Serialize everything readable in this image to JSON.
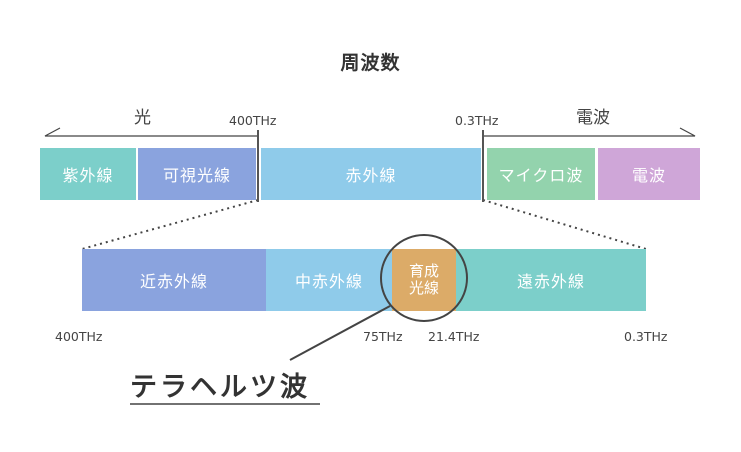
{
  "title": "周波数",
  "top": {
    "light_label": "光",
    "radio_label": "電波",
    "tick_left": "400THz",
    "tick_right": "0.3THz",
    "bands": [
      {
        "label": "紫外線",
        "color": "#7ccfca"
      },
      {
        "label": "可視光線",
        "color": "#8aa3de"
      },
      {
        "label": "赤外線",
        "color": "#8fcbea"
      },
      {
        "label": "マイクロ波",
        "color": "#93d3ad"
      },
      {
        "label": "電波",
        "color": "#cfa6d8"
      }
    ]
  },
  "bottom": {
    "bands": [
      {
        "label": "近赤外線",
        "color": "#8aa3de"
      },
      {
        "label": "中赤外線",
        "color": "#8fcbea"
      },
      {
        "label": "育成\n光線",
        "color": "#dcab68"
      },
      {
        "label": "遠赤外線",
        "color": "#7ccfca"
      }
    ],
    "ticks": {
      "t400": "400THz",
      "t75": "75THz",
      "t21": "21.4THz",
      "t03": "0.3THz"
    }
  },
  "callout": "テラヘルツ波"
}
